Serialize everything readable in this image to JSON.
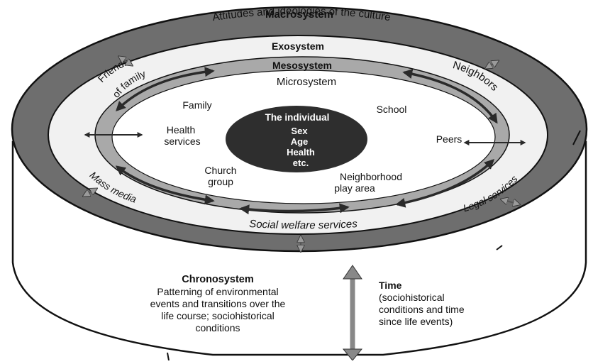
{
  "macrosystem": {
    "title": "Macrosystem",
    "subtitle": "Attitudes and ideologies of the culture"
  },
  "exosystem": {
    "title": "Exosystem",
    "items": {
      "friends_line1": "Friends",
      "friends_line2": "of family",
      "neighbors": "Neighbors",
      "mass_media": "Mass media",
      "legal_services": "Legal services",
      "social_welfare": "Social welfare services"
    }
  },
  "mesosystem": {
    "title": "Mesosystem"
  },
  "microsystem": {
    "title": "Microsystem",
    "items": {
      "family": "Family",
      "school": "School",
      "health_line1": "Health",
      "health_line2": "services",
      "peers": "Peers",
      "church_line1": "Church",
      "church_line2": "group",
      "neighborhood_line1": "Neighborhood",
      "neighborhood_line2": "play area"
    }
  },
  "individual": {
    "title": "The individual",
    "attributes": [
      "Sex",
      "Age",
      "Health",
      "etc."
    ]
  },
  "chronosystem": {
    "title": "Chronosystem",
    "lines": [
      "Patterning of environmental",
      "events and transitions over the",
      "life course; sociohistorical",
      "conditions"
    ]
  },
  "time": {
    "title": "Time",
    "lines": [
      "(sociohistorical",
      "conditions and time",
      "since life events)"
    ]
  },
  "colors": {
    "macro_ring": "#6e6e6e",
    "exo_ring": "#f1f1f1",
    "meso_ring": "#a9a9a9",
    "micro_fill": "#ffffff",
    "individual_fill": "#2e2e2e",
    "cylinder_side": "#ffffff",
    "arrow_dark": "#2a2a2a",
    "arrow_light": "#bdbdbd"
  }
}
